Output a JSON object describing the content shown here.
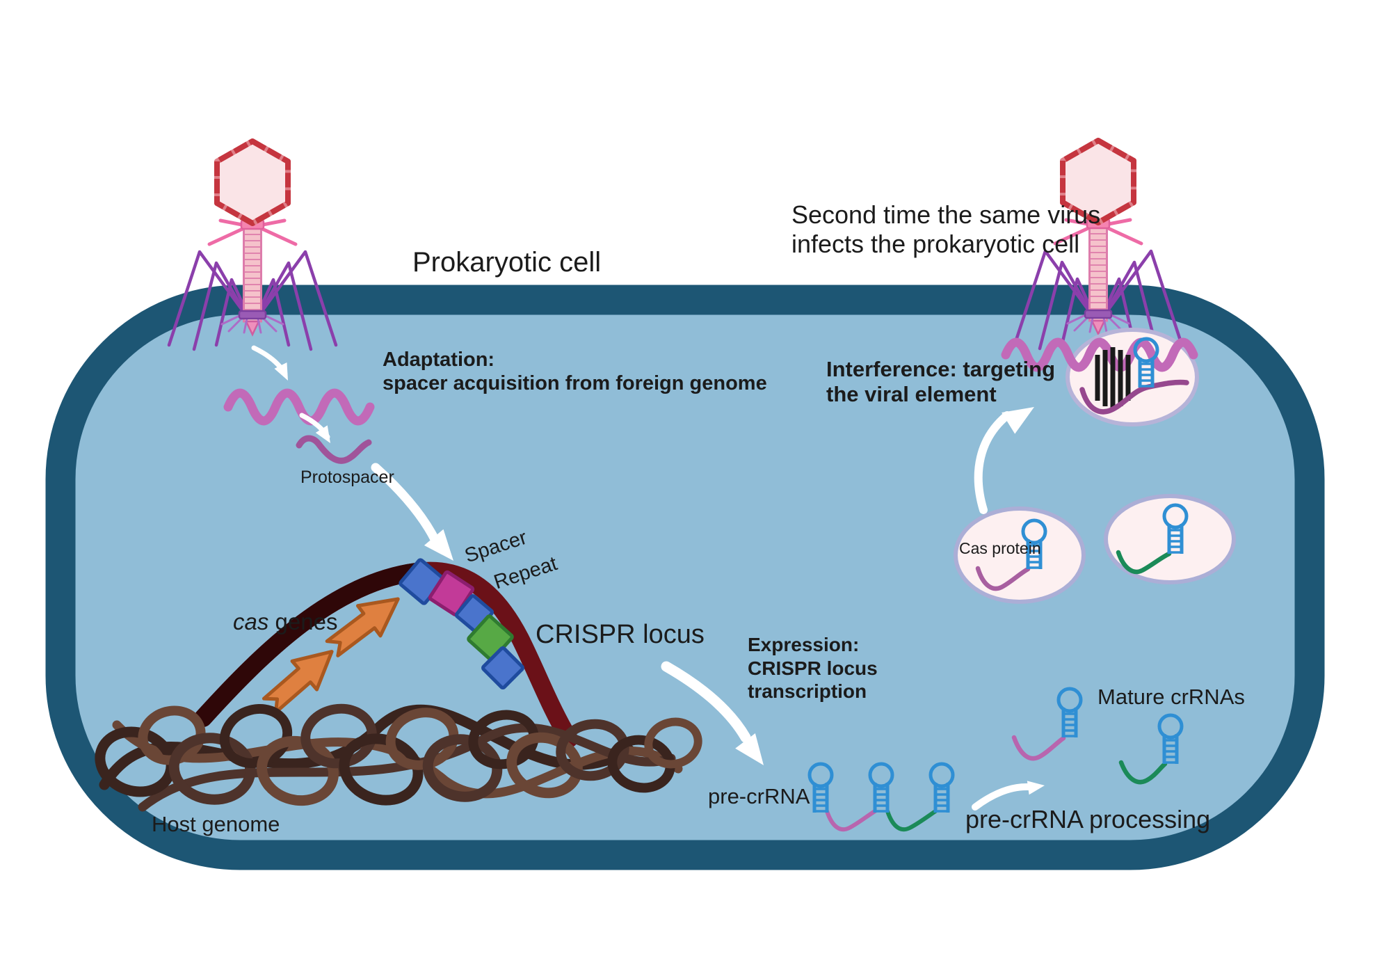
{
  "title": "Prokaryotic cell",
  "annotations": {
    "prokaryotic_cell": "Prokaryotic cell",
    "second_infection_line1": "Second time the same virus",
    "second_infection_line2": "infects the prokaryotic cell",
    "adaptation_line1": "Adaptation:",
    "adaptation_line2": "spacer acquisition from foreign genome",
    "protospacer": "Protospacer",
    "cas_genes_italic": "cas",
    "cas_genes_rest": " genes",
    "spacer": "Spacer",
    "repeat": "Repeat",
    "crispr_locus": "CRISPR locus",
    "expression_line1": "Expression:",
    "expression_line2": "CRISPR locus",
    "expression_line3": "transcription",
    "host_genome": "Host genome",
    "pre_crrna": "pre-crRNA",
    "pre_crrna_processing": "pre-crRNA processing",
    "mature_crrnas": "Mature crRNAs",
    "cas_protein": "Cas protein",
    "interference_line1": "Interference: targeting",
    "interference_line2": "the viral element"
  },
  "colors": {
    "background": "#ffffff",
    "cell_membrane": "#1d5674",
    "cell_interior": "#90bdd7",
    "virus_capsid_border": "#c5353f",
    "virus_capsid_fill": "#fae4e7",
    "virus_tail": "#f5c2cb",
    "virus_legs": "#8b3fab",
    "viral_dna_wave": "#c26ab8",
    "protospacer_curve": "#a0549a",
    "crispr_arc_dark": "#2f0708",
    "crispr_arc_red": "#6b1118",
    "cas_gene_arrow": "#df8040",
    "repeat_square_blue": "#4a74cc",
    "spacer_square_magenta": "#c23a98",
    "spacer_square_green": "#57a945",
    "host_genome_brown": "#4e332b",
    "hairpin_blue": "#2f8fd4",
    "crrna_tail_magenta": "#b865ae",
    "crrna_tail_green": "#1b8a58",
    "protein_ellipse_fill": "#fdf0f1",
    "protein_ellipse_border": "#abaed6",
    "arrow_white": "#ffffff",
    "text": "#1b1b1b"
  }
}
